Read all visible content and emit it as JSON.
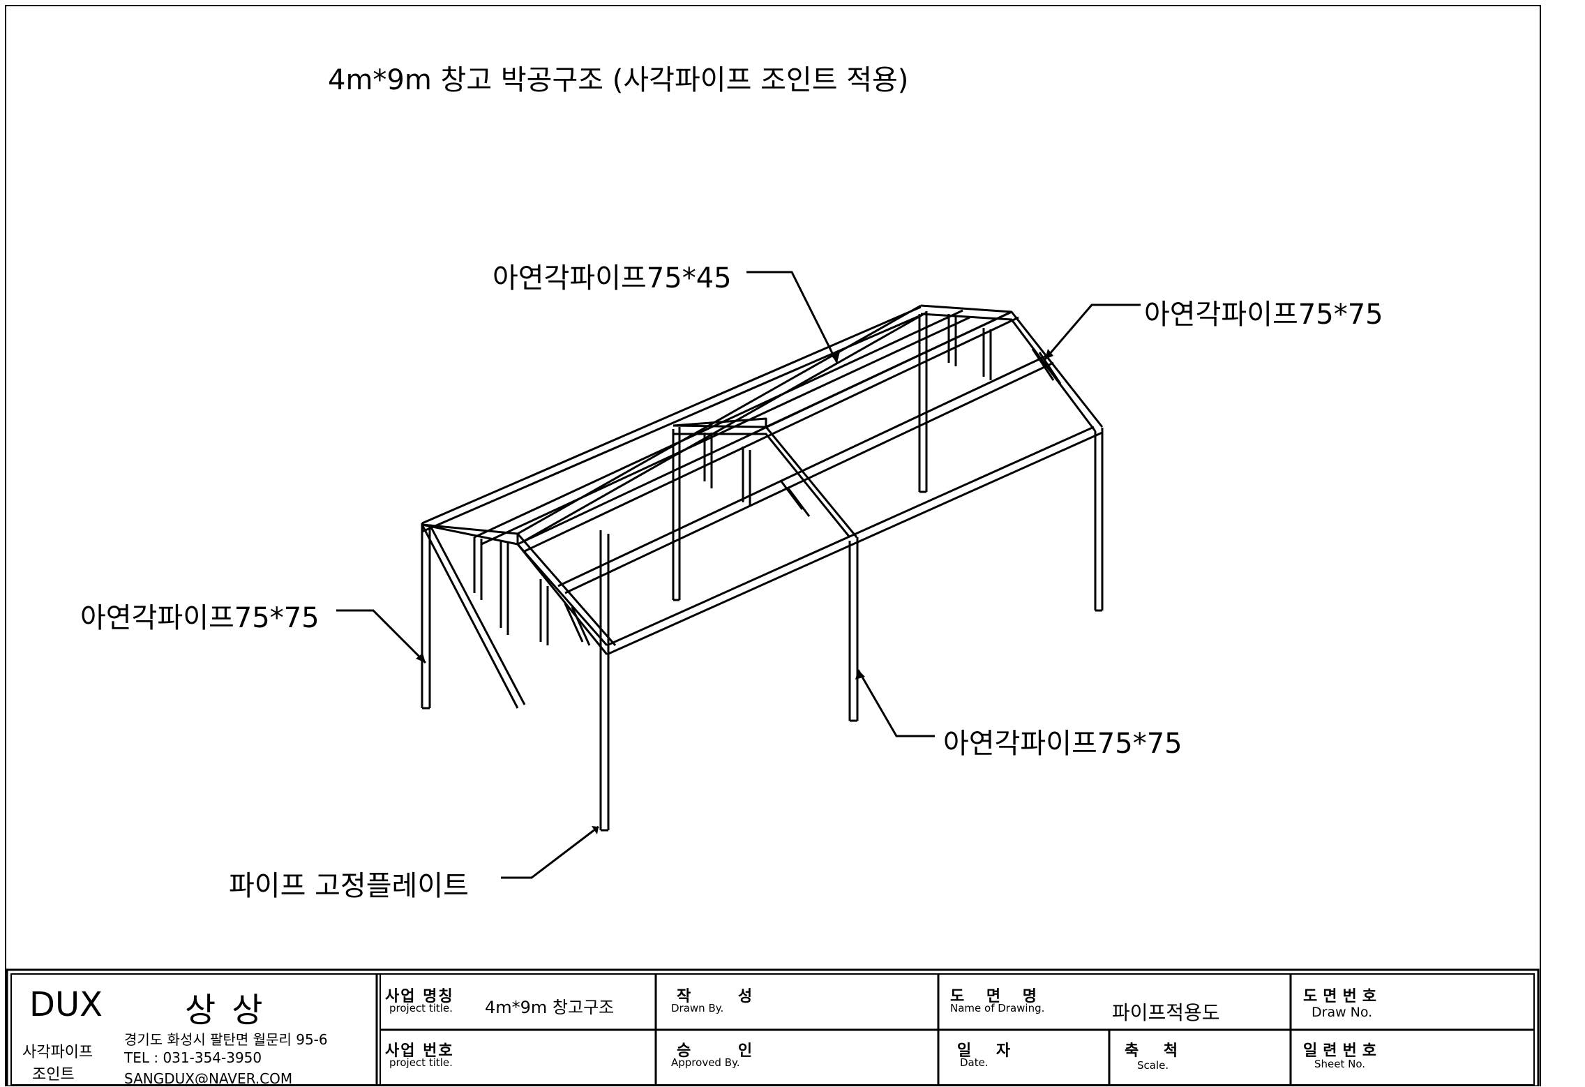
{
  "drawing": {
    "title": "4m*9m 창고 박공구조 (사각파이프 조인트 적용)",
    "callouts": {
      "top_ridge": "아연각파이프75*45",
      "right_gable": "아연각파이프75*75",
      "left_column": "아연각파이프75*75",
      "middle_column": "아연각파이프75*75",
      "base_plate": "파이프 고정플레이트"
    }
  },
  "title_block": {
    "company": {
      "brand": "DUX",
      "name": "상 상",
      "product_line1": "사각파이프",
      "product_line2": "조인트",
      "address": "경기도 화성시 팔탄면 월문리 95-6",
      "tel": "TEL : 031-354-3950",
      "email": "SANGDUX@NAVER.COM"
    },
    "project_name": {
      "label": "사업 명칭",
      "sub": "project title.",
      "value": "4m*9m 창고구조"
    },
    "project_no": {
      "label": "사업 번호",
      "sub": "project title.",
      "value": ""
    },
    "drawn_by": {
      "label": "작 성",
      "sub": "Drawn By.",
      "value": ""
    },
    "approved_by": {
      "label": "승 인",
      "sub": "Approved By.",
      "value": ""
    },
    "drawing_name": {
      "label": "도 면 명",
      "sub": "Name of Drawing.",
      "value": "파이프적용도"
    },
    "date": {
      "label": "일 자",
      "sub": "Date.",
      "value": ""
    },
    "scale": {
      "label": "축 척",
      "sub": "Scale.",
      "value": ""
    },
    "drawing_no": {
      "label": "도면번호",
      "sub": "Draw No.",
      "value": ""
    },
    "sheet_no": {
      "label": "일련번호",
      "sub": "Sheet No.",
      "value": ""
    }
  }
}
